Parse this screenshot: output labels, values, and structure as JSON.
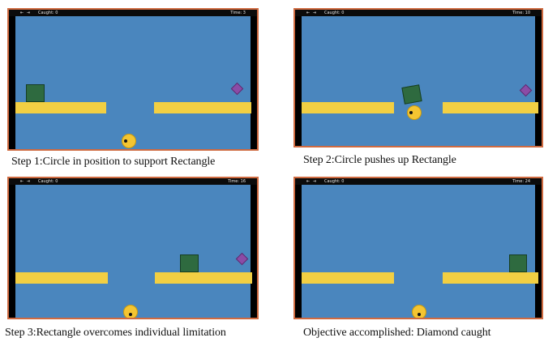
{
  "panels": [
    {
      "hud": {
        "icon": "⇤ ⇥",
        "caught": "Caught: 0",
        "time": "Time: 3"
      },
      "caption": "Step 1:Circle in position to support Rectangle"
    },
    {
      "hud": {
        "icon": "⇤ ⇥",
        "caught": "Caught: 0",
        "time": "Time: 10"
      },
      "caption": "Step 2:Circle pushes up Rectangle"
    },
    {
      "hud": {
        "icon": "⇤ ⇥",
        "caught": "Caught: 0",
        "time": "Time: 16"
      },
      "caption": "Step 3:Rectangle overcomes individual limitation"
    },
    {
      "hud": {
        "icon": "⇤ ⇥",
        "caught": "Caught: 0",
        "time": "Time: 24"
      },
      "caption": "Objective accomplished: Diamond caught"
    }
  ],
  "colors": {
    "background": "#4a86be",
    "platform": "#f2cf43",
    "rectangle_agent": "#2e6a3f",
    "circle_agent": "#f4c531",
    "diamond": "#8b4ca6",
    "frame_border": "#cf6a40"
  },
  "icons": [
    "rectangle-agent",
    "circle-agent",
    "diamond-collectible"
  ]
}
